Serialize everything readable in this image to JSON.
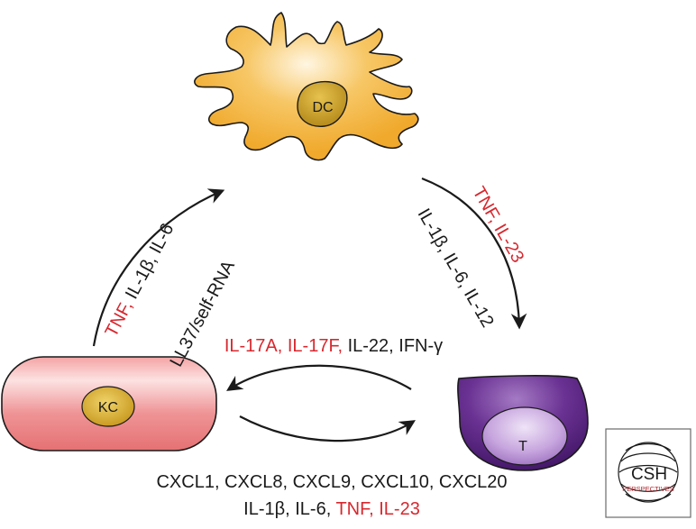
{
  "colors": {
    "red": "#d7282f",
    "black": "#1a1a1a",
    "dc_fill": "#f4b23c",
    "dc_nucleus": "#c9a22a",
    "kc_fill": "#ee8a8c",
    "kc_nucleus": "#d9b030",
    "t_fill": "#5a2680",
    "t_inner": "#b38ad0"
  },
  "cells": {
    "dc": "DC",
    "kc": "KC",
    "t": "T"
  },
  "arrows": {
    "kc_to_dc": {
      "red": "TNF,",
      "rest": " IL-1β, IL-6",
      "line2": "LL37/self-RNA"
    },
    "dc_to_t": {
      "line1": "IL-1β, IL-6, IL-12",
      "red": "TNF, IL-23"
    },
    "t_to_kc": {
      "red": "IL-17A, IL-17F,",
      "rest": " IL-22, IFN-γ"
    },
    "kc_to_t": {
      "line1": "CXCL1, CXCL8, CXCL9, CXCL10, CXCL20",
      "line2_black": "IL-1β, IL-6, ",
      "line2_red": "TNF, IL-23"
    }
  },
  "logo": {
    "main": "CSH",
    "sub": "PERSPECTIVES"
  }
}
